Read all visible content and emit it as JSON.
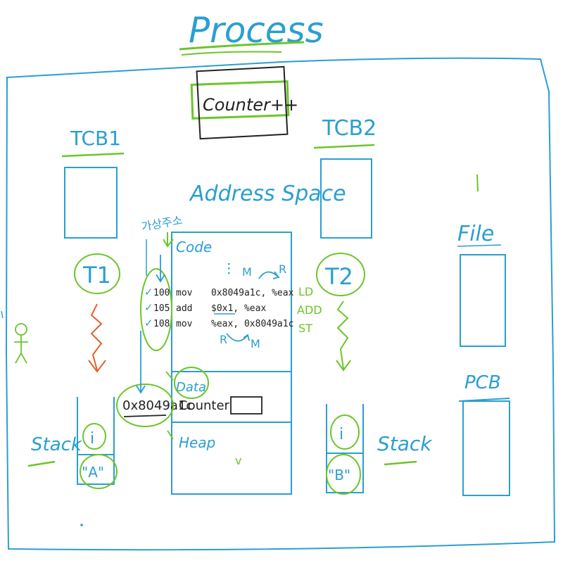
{
  "title": "Process",
  "colors": {
    "blue": "#2a9fd0",
    "green": "#6cc52a",
    "dark": "#222222",
    "orange": "#e2622a",
    "navy": "#1d3c8c"
  },
  "critical_section_label": "Counter++",
  "address_space_label": "Address Space",
  "tcb": [
    "TCB1",
    "TCB2"
  ],
  "threads": [
    "T1",
    "T2"
  ],
  "file_label": "File",
  "pcb_label": "PCB",
  "korean_note": "가상주소",
  "code_label": "Code",
  "data_label": "Data",
  "heap_label": "Heap",
  "code_lines": [
    {
      "addr": "100",
      "op": "mov",
      "args": "0x8049a1c, %eax"
    },
    {
      "addr": "105",
      "op": "add",
      "args": "$0x1, %eax"
    },
    {
      "addr": "108",
      "op": "mov",
      "args": "%eax, 0x8049a1c"
    }
  ],
  "instr_annot": [
    "LD",
    "ADD",
    "ST"
  ],
  "mem_reg_top": [
    "M",
    "R"
  ],
  "mem_reg_bottom": [
    "R",
    "M"
  ],
  "address_value": "0x8049a1c",
  "counter_label": "Counter",
  "stack_label": "Stack",
  "stack1_cells": [
    "i",
    "\"A\""
  ],
  "stack2_cells": [
    "i",
    "\"B\""
  ]
}
